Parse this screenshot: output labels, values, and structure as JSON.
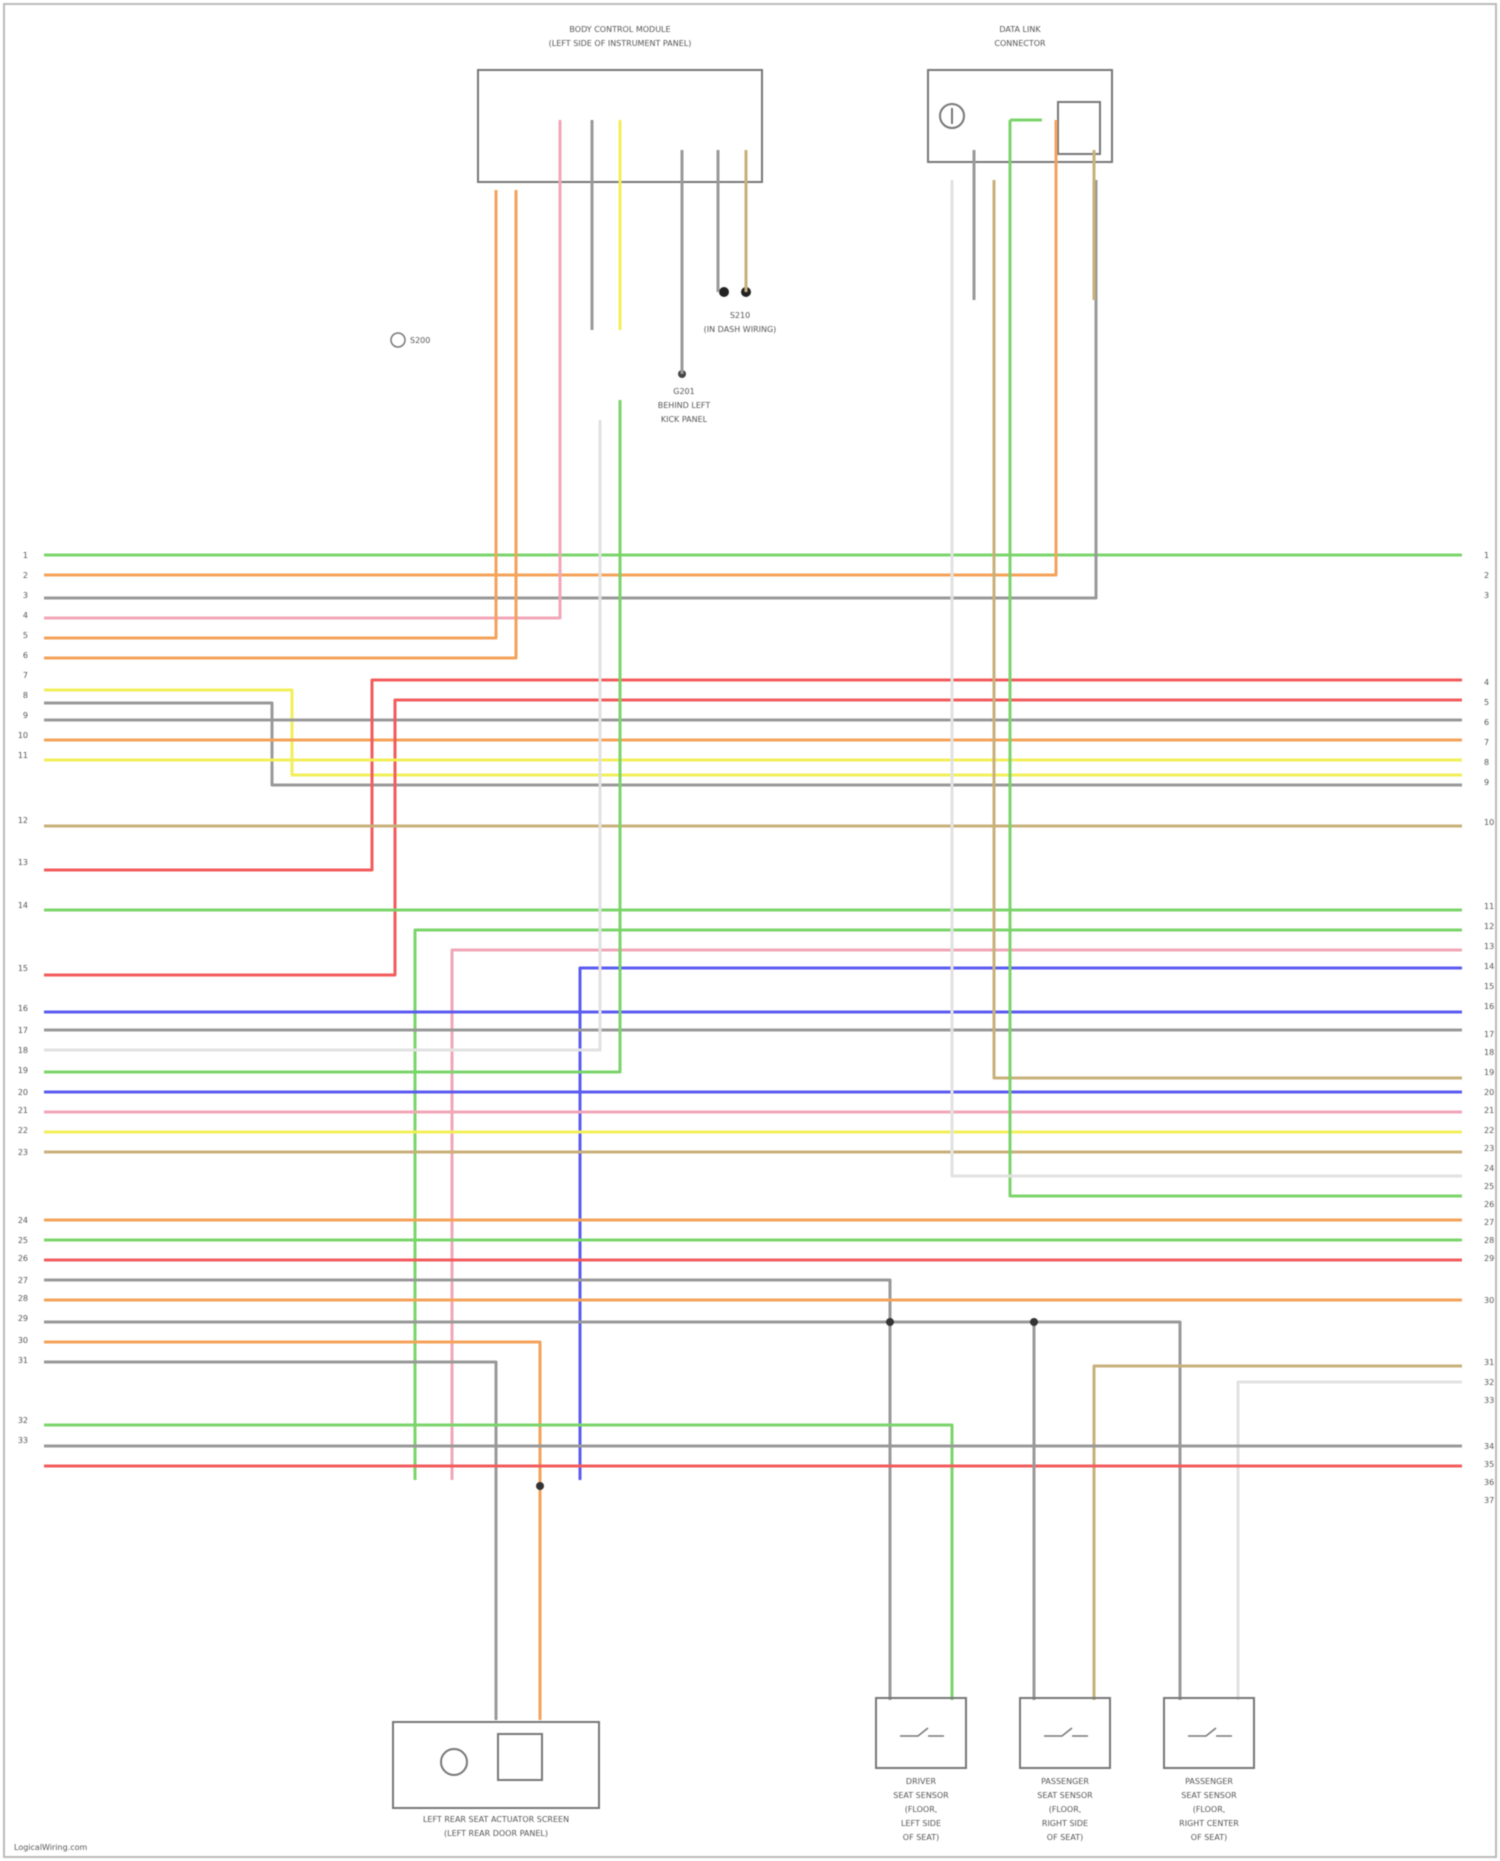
{
  "components": {
    "bcm": {
      "name_line1": "BODY CONTROL MODULE",
      "name_line2": "(LEFT SIDE OF INSTRUMENT PANEL)",
      "name_line3": ""
    },
    "dlc": {
      "name_line1": "DATA LINK",
      "name_line2": "CONNECTOR",
      "name_line3": ""
    },
    "ground_g": {
      "label_line1": "G201",
      "label_line2": "BEHIND LEFT",
      "label_line3": "KICK PANEL"
    },
    "splice": {
      "label_line1": "S210",
      "label_line2": "(IN DASH WIRING)"
    },
    "left_node": {
      "label": "S200"
    },
    "bottom_module": {
      "name_line1": "LEFT REAR SEAT ACTUATOR SCREEN",
      "name_line2": "(LEFT REAR DOOR PANEL)"
    },
    "sensor1": {
      "name_line1": "DRIVER",
      "name_line2": "SEAT SENSOR",
      "name_line3": "(FLOOR,",
      "name_line4": "LEFT SIDE",
      "name_line5": "OF SEAT)"
    },
    "sensor2": {
      "name_line1": "PASSENGER",
      "name_line2": "SEAT SENSOR",
      "name_line3": "(FLOOR,",
      "name_line4": "RIGHT SIDE",
      "name_line5": "OF SEAT)"
    },
    "sensor3": {
      "name_line1": "PASSENGER",
      "name_line2": "SEAT SENSOR",
      "name_line3": "(FLOOR,",
      "name_line4": "RIGHT CENTER",
      "name_line5": "OF SEAT)"
    }
  },
  "footer": {
    "credit": "LogicalWiring.com"
  },
  "wire_colors": {
    "green": "#7bd46a",
    "orange": "#f4a35a",
    "red": "#f25c5c",
    "pink": "#f2a7b8",
    "yellow": "#f1ef5a",
    "blue": "#5b5bf0",
    "gray": "#999999",
    "tan": "#c9b07a",
    "white": "#e2e2e2"
  },
  "left_pins": [
    "1",
    "2",
    "3",
    "4",
    "5",
    "6",
    "7",
    "8",
    "9",
    "10",
    "11",
    "12",
    "13",
    "14",
    "15",
    "16",
    "17",
    "18",
    "19",
    "20",
    "21",
    "22",
    "23",
    "24",
    "25",
    "26",
    "27",
    "28",
    "29",
    "30",
    "31",
    "32",
    "33"
  ],
  "right_pins": [
    "1",
    "2",
    "3",
    "4",
    "5",
    "6",
    "7",
    "8",
    "9",
    "10",
    "11",
    "12",
    "13",
    "14",
    "15",
    "16",
    "17",
    "18",
    "19",
    "20",
    "21",
    "22",
    "23",
    "24",
    "25",
    "26",
    "27",
    "28",
    "29",
    "30",
    "31",
    "32",
    "33",
    "34",
    "35",
    "36",
    "37"
  ]
}
